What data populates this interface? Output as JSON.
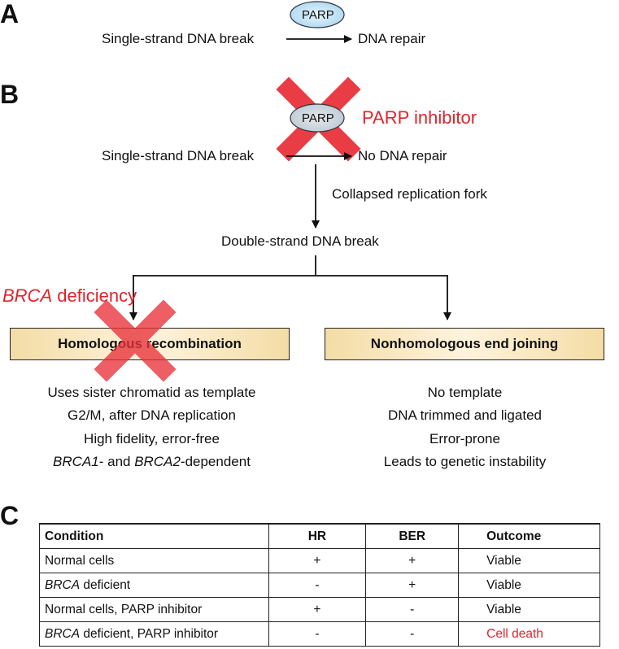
{
  "panels": {
    "a": {
      "label": "A",
      "enzyme": "PARP",
      "break_label": "Single-strand DNA break",
      "result": "DNA repair"
    },
    "b": {
      "label": "B",
      "enzyme": "PARP",
      "inhibitor_label": "PARP inhibitor",
      "break_label": "Single-strand DNA break",
      "result": "No DNA repair",
      "fork_label": "Collapsed replication fork",
      "ds_break_label": "Double-strand DNA break",
      "deficiency_gene": "BRCA",
      "deficiency_word": " deficiency",
      "hr": {
        "title": "Homologous recombination",
        "features": [
          "Uses sister chromatid as template",
          "G2/M, after DNA replication",
          "High fidelity, error-free"
        ],
        "dep_gene1": "BRCA1",
        "dep_mid": "- and ",
        "dep_gene2": "BRCA2",
        "dep_end": "-dependent"
      },
      "nhej": {
        "title": "Nonhomologous end joining",
        "features": [
          "No template",
          "DNA trimmed and ligated",
          "Error-prone",
          "Leads to genetic instability"
        ]
      }
    },
    "c": {
      "label": "C",
      "headers": {
        "condition": "Condition",
        "hr": "HR",
        "ber": "BER",
        "outcome": "Outcome"
      },
      "rows": [
        {
          "cond_pre": "",
          "cond_italic": "",
          "cond_rest": "Normal cells",
          "hr": "+",
          "ber": "+",
          "outcome": "Viable"
        },
        {
          "cond_pre": "",
          "cond_italic": "BRCA",
          "cond_rest": " deficient",
          "hr": "-",
          "ber": "+",
          "outcome": "Viable"
        },
        {
          "cond_pre": "",
          "cond_italic": "",
          "cond_rest": "Normal cells, PARP inhibitor",
          "hr": "+",
          "ber": "-",
          "outcome": "Viable"
        },
        {
          "cond_pre": "",
          "cond_italic": "BRCA",
          "cond_rest": " deficient, PARP inhibitor",
          "hr": "-",
          "ber": "-",
          "outcome": "Cell death"
        }
      ]
    }
  },
  "colors": {
    "accent_red": "#e0242c",
    "ellipse_fill": "#bfe0f5",
    "box_fill": "#f3dca5",
    "cross_red": "#e8323a"
  }
}
